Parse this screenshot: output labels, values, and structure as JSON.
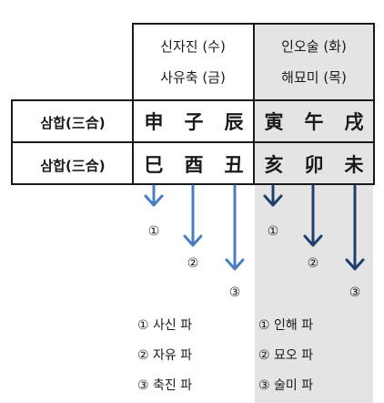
{
  "header": {
    "col1_line1": "신자진 (수)",
    "col1_line2": "사유축 (금)",
    "col2_line1": "인오술 (화)",
    "col2_line2": "해묘미 (목)"
  },
  "rows": [
    {
      "label": "삼합(三合)",
      "cells": [
        "申",
        "子",
        "辰",
        "寅",
        "午",
        "戌"
      ]
    },
    {
      "label": "삼합(三合)",
      "cells": [
        "巳",
        "酉",
        "丑",
        "亥",
        "卯",
        "未"
      ]
    }
  ],
  "markers": [
    "①",
    "②",
    "③"
  ],
  "legend_left": [
    "① 사신 파",
    "② 자유 파",
    "③ 축진 파"
  ],
  "legend_right": [
    "① 인해 파",
    "② 묘오 파",
    "③ 술미 파"
  ],
  "colors": {
    "arrow_left": "#4a7ec2",
    "arrow_right": "#1f3f6e",
    "gray_panel": "#e4e4e4"
  }
}
